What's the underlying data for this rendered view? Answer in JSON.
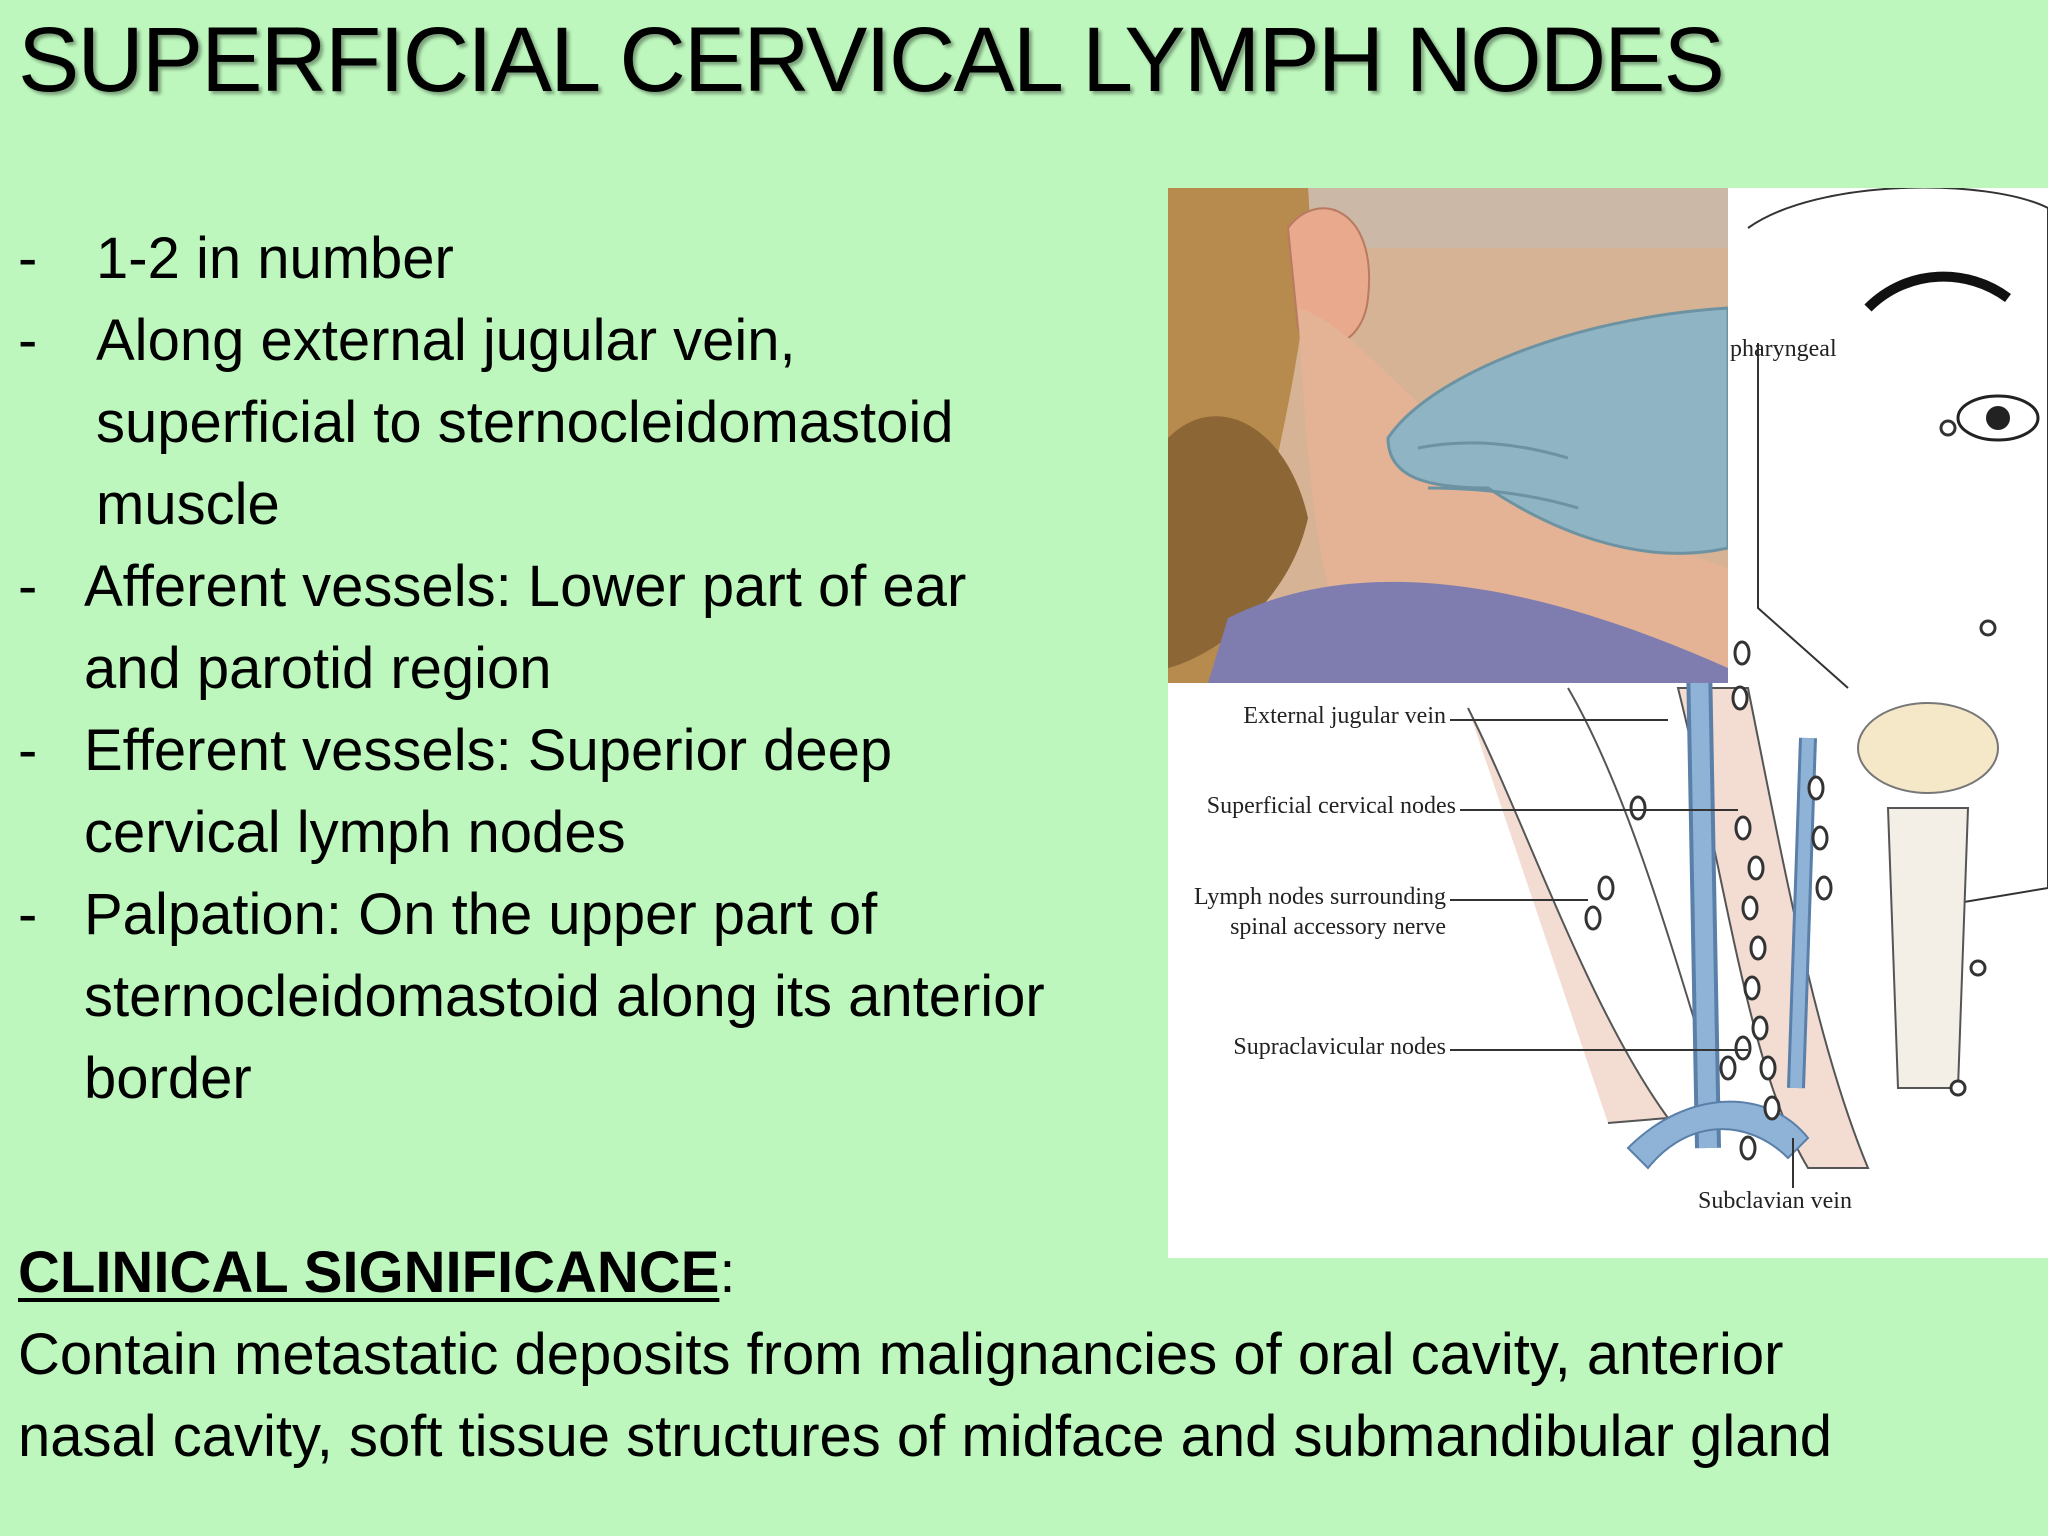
{
  "slide": {
    "title": "SUPERFICIAL CERVICAL LYMPH NODES",
    "bullets": [
      {
        "dash": "-",
        "lines": [
          "1-2 in number"
        ]
      },
      {
        "dash": "-",
        "lines": [
          "Along external jugular vein,",
          "superficial to sternocleidomastoid",
          "muscle"
        ]
      },
      {
        "dash": "-",
        "lines": [
          "Afferent vessels: Lower part of ear",
          "and parotid region"
        ]
      },
      {
        "dash": "-",
        "lines": [
          "Efferent vessels: Superior deep",
          "cervical lymph nodes"
        ]
      },
      {
        "dash": "-",
        "lines": [
          "Palpation: On the upper part of",
          "sternocleidomastoid along its anterior",
          "border"
        ]
      }
    ],
    "clinical": {
      "heading": "CLINICAL SIGNIFICANCE",
      "colon": ":",
      "lines": [
        "Contain metastatic deposits from malignancies of oral cavity, anterior",
        "nasal cavity, soft tissue structures of midface and submandibular gland"
      ]
    }
  },
  "figure": {
    "labels": {
      "pharyngeal": "pharyngeal",
      "external_jugular_vein": "External jugular vein",
      "superficial_cervical_nodes": "Superficial cervical nodes",
      "lymph_nodes_surrounding_1": "Lymph nodes surrounding",
      "lymph_nodes_surrounding_2": "spinal accessory nerve",
      "supraclavicular_nodes": "Supraclavicular nodes",
      "subclavian_vein": "Subclavian vein"
    }
  },
  "colors": {
    "background": "#bdf7bd",
    "vein": "#8fb3d6",
    "muscle": "#f3dcd2",
    "glove": "#8fb4c4"
  }
}
